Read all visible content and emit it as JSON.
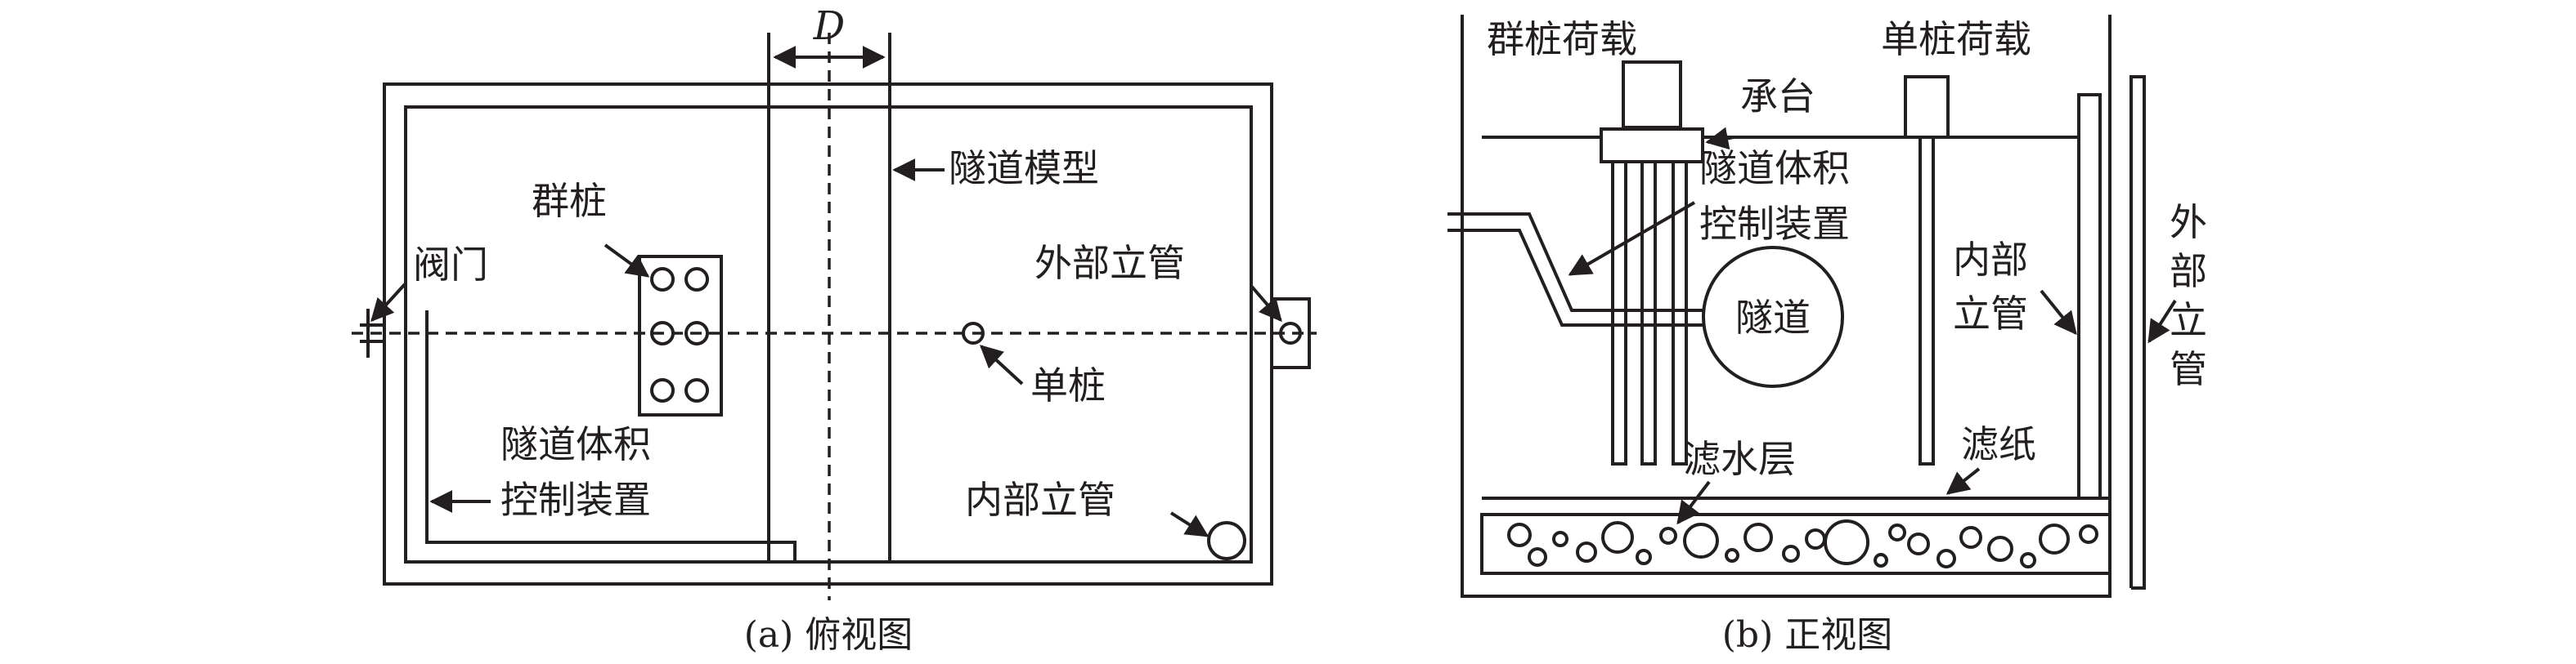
{
  "top_view": {
    "dimension_label": "D",
    "labels": {
      "tunnel_model": "隧道模型",
      "pile_group": "群桩",
      "valve": "阀门",
      "outer_standpipe": "外部立管",
      "single_pile": "单桩",
      "volume_control_line1": "隧道体积",
      "volume_control_line2": "控制装置",
      "inner_standpipe": "内部立管"
    },
    "caption": "(a) 俯视图"
  },
  "front_view": {
    "labels": {
      "group_pile_load": "群桩荷载",
      "single_pile_load": "单桩荷载",
      "pile_cap": "承台",
      "volume_control_line1": "隧道体积",
      "volume_control_line2": "控制装置",
      "tunnel": "隧道",
      "inner_standpipe_line1": "内部",
      "inner_standpipe_line2": "立管",
      "outer_standpipe_chars": [
        "外",
        "部",
        "立",
        "管"
      ],
      "filter_layer": "滤水层",
      "filter_paper": "滤纸"
    },
    "caption": "(b) 正视图"
  }
}
